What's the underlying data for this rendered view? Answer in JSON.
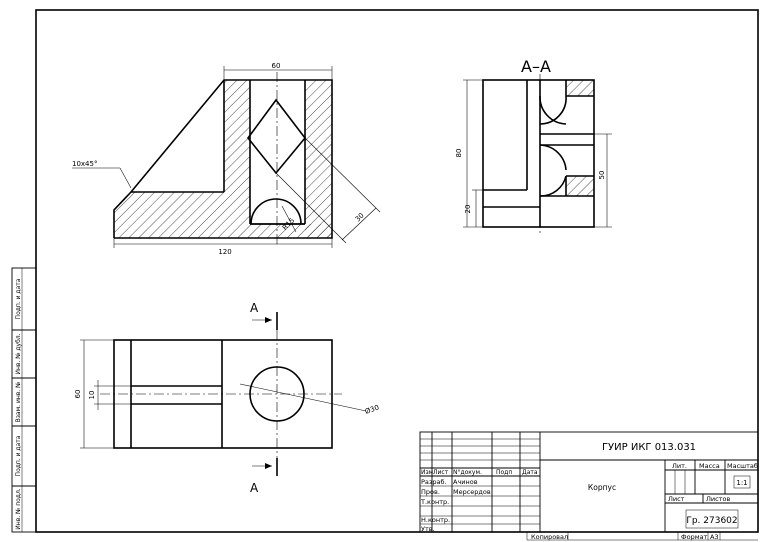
{
  "drawing": {
    "front_view": {
      "dim_width_top": "60",
      "dim_width_bottom": "120",
      "chamfer": "10x45°",
      "radius": "R15",
      "dim_diag": "30"
    },
    "section_view": {
      "title": "A–A",
      "dim_height_total": "80",
      "dim_height_base": "20",
      "dim_height_right": "50"
    },
    "top_view": {
      "cut_label_top": "A",
      "cut_label_bottom": "A",
      "dim_depth": "60",
      "dim_slot": "10",
      "hole_dia": "Ø30"
    }
  },
  "side_stamp": [
    "Подп. и дата",
    "Инв. № дубл.",
    "Взам. инв. №",
    "Подп. и дата",
    "Инв. № подл."
  ],
  "title_block": {
    "designation": "ГУИР ИКГ 013.031",
    "part_name": "Корпус",
    "headers": [
      "Изм",
      "Лист",
      "N°докум.",
      "Подп",
      "Дата"
    ],
    "roles": [
      "Разраб.",
      "Пров.",
      "Т.контр.",
      "",
      "Н.контр.",
      "Утв."
    ],
    "names": [
      "Ачинов",
      "Мерсердов"
    ],
    "lit": "Лит.",
    "mass": "Масса",
    "scale": "Масштаб",
    "scale_value": "1:1",
    "sheet": "Лист",
    "sheets": "Листов",
    "group": "Гр. 273602",
    "copied": "Копировал",
    "format": "Формат",
    "format_value": "А3"
  }
}
